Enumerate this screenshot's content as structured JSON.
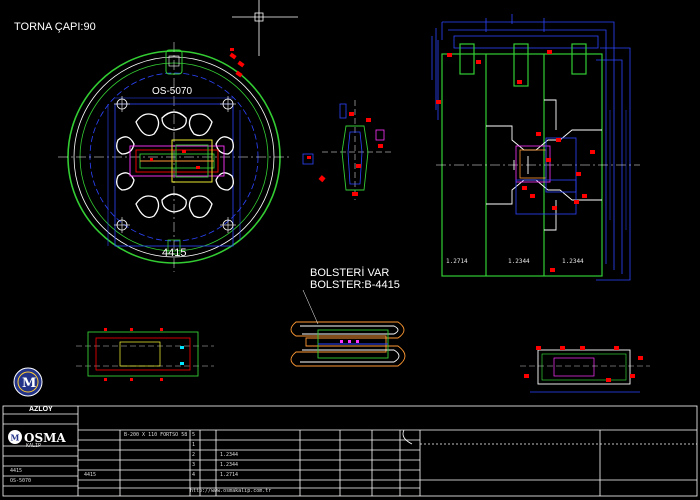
{
  "drawing": {
    "lathe_diameter_label": "TORNA ÇAPI:90",
    "die_code_label": "OS-5070",
    "profile_code_label": "4415",
    "bolster_label_1": "BOLSTERİ VAR",
    "bolster_label_2": "BOLSTER:B-4415",
    "material_1": "1.2714",
    "material_2": "1.2344",
    "material_3": "1.2344"
  },
  "title_block": {
    "company_name": "OSMA",
    "company_sub": "KALIP",
    "customer_label": "AZLOY",
    "drawing_no": "OS-5070",
    "profile_no": "4415",
    "part_title": "B-200 X 110 FORTSO 58",
    "website": "http://www.osmakalip.com.tr",
    "row_codes": [
      "5",
      "1",
      "2",
      "3",
      "4"
    ],
    "row_materials": [
      "1.2344",
      "1.2344",
      "1.2714"
    ]
  },
  "colors": {
    "background": "#000000",
    "outline_white": "#ffffff",
    "green": "#33cc33",
    "blue": "#2d45ff",
    "magenta": "#ff33ff",
    "red": "#ff0000",
    "cyan": "#00e5ff",
    "yellow": "#ffff33",
    "orange": "#ff9933"
  }
}
